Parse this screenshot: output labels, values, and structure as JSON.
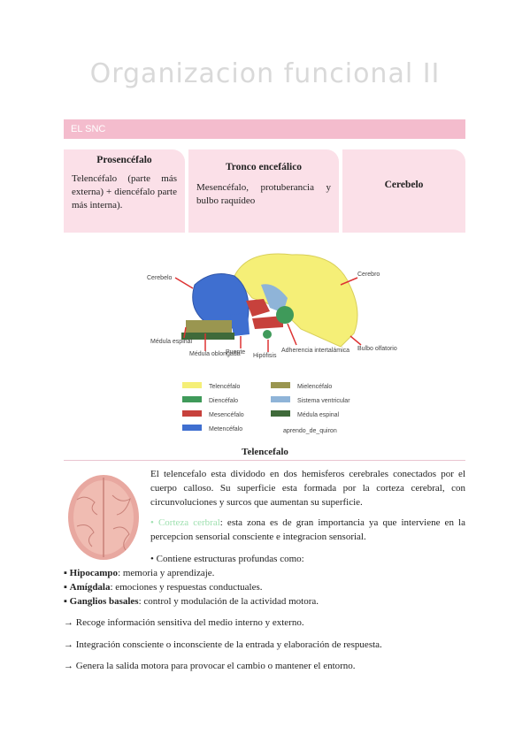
{
  "page": {
    "title": "Organizacion funcional II",
    "section": "EL SNC"
  },
  "cards": [
    {
      "heading": "Prosencéfalo",
      "text": "Telencéfalo (parte más externa) + diencéfalo parte más interna)."
    },
    {
      "heading": "Tronco encefálico",
      "text": "Mesencéfalo, protuberancia y bulbo raquídeo"
    },
    {
      "heading": "Cerebelo",
      "text": ""
    }
  ],
  "diagram": {
    "labels": {
      "cerebelo": "Cerebelo",
      "cerebro": "Cerebro",
      "medula_espinal": "Médula espinal",
      "medula_oblongada": "Médula oblongada",
      "puente": "Puente",
      "hipofisis": "Hipófisis",
      "adherencia": "Adherencia intertalámica",
      "bulbo": "Bulbo olfatorio"
    },
    "legend": [
      {
        "label": "Telencéfalo",
        "color": "#f5ef77"
      },
      {
        "label": "Diencéfalo",
        "color": "#3f9a5a"
      },
      {
        "label": "Mesencéfalo",
        "color": "#c7413c"
      },
      {
        "label": "Metencéfalo",
        "color": "#3f6fd0"
      },
      {
        "label": "Mielencéfalo",
        "color": "#9a9650"
      },
      {
        "label": "Sistema ventricular",
        "color": "#8fb4d8"
      },
      {
        "label": "Médula espinal",
        "color": "#3f6a3a"
      }
    ],
    "credit": "aprendo_de_quiron"
  },
  "telencefalo": {
    "heading": "Telencefalo",
    "intro": "El telencefalo esta dividodo en dos hemisferos cerebrales conectados por el cuerpo calloso. Su superficie esta formada por la corteza cerebral, con circunvoluciones y surcos que aumentan su superficie.",
    "corteza_label": "• Corteza cerbral",
    "corteza_text": ": esta zona es de gran importancia ya que interviene en la percepcion sensorial consciente e integracion sensorial.",
    "estructuras": "• Contiene estructuras profundas como:",
    "items": [
      {
        "term": "Hipocampo",
        "desc": ": memoria y aprendizaje."
      },
      {
        "term": "Amígdala",
        "desc": ": emociones y respuestas conductuales."
      },
      {
        "term": "Ganglios basales",
        "desc": ": control y modulación de la actividad motora."
      }
    ],
    "arrows": [
      "→ Recoge información sensitiva del medio interno y externo.",
      "→ Integración consciente o inconsciente de la entrada y elaboración de respuesta.",
      "→  Genera la salida motora para provocar el cambio o mantener el entorno."
    ]
  }
}
